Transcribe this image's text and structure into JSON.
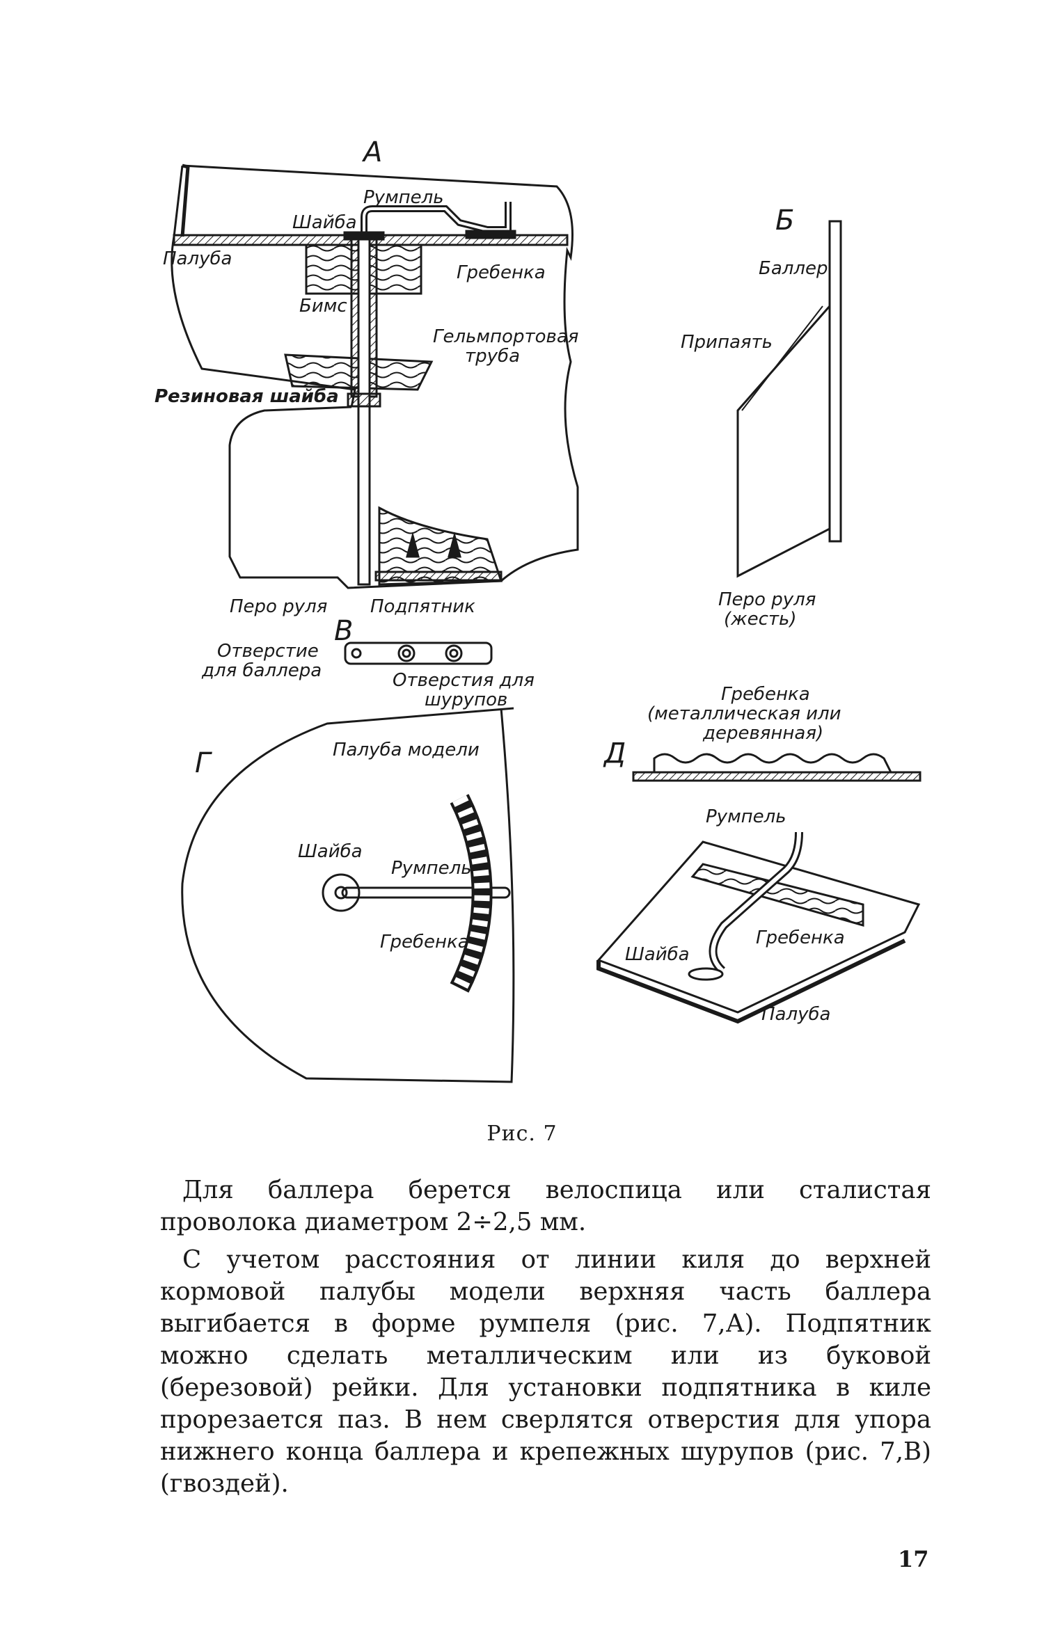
{
  "figure": {
    "panel_a": {
      "letter": "А",
      "labels": {
        "rumpel": "Румпель",
        "shaiba": "Шайба",
        "paluba": "Палуба",
        "grebenka": "Гребенка",
        "bims": "Бимс",
        "gelmport_1": "Гельмпортовая",
        "gelmport_2": "труба",
        "rubber_washer": "Резиновая шайба",
        "pero_rulya": "Перо руля",
        "podpyatnik": "Подпятник"
      }
    },
    "panel_b": {
      "letter": "Б",
      "labels": {
        "baller": "Баллер",
        "pripayat": "Припаять",
        "pero_1": "Перо руля",
        "pero_2": "(жесть)"
      }
    },
    "panel_v": {
      "letter": "В",
      "labels": {
        "hole_1": "Отверстие",
        "hole_2": "для баллера",
        "holes_1": "Отверстия для",
        "holes_2": "шурупов"
      }
    },
    "panel_g": {
      "letter": "Г",
      "labels": {
        "deck": "Палуба модели",
        "shaiba": "Шайба",
        "rumpel": "Румпель",
        "grebenka": "Гребенка"
      }
    },
    "panel_d": {
      "letter": "Д",
      "labels": {
        "grebenka_1": "Гребенка",
        "grebenka_2": "(металлическая или",
        "grebenka_3": "деревянная)",
        "rumpel": "Румпель",
        "grebenka": "Гребенка",
        "shaiba": "Шайба",
        "paluba": "Палуба"
      }
    }
  },
  "caption": "Рис. 7",
  "paragraphs": [
    "Для баллера берется велоспица или сталистая проволока диаметром 2÷2,5 мм.",
    "С учетом расстояния от линии киля до верхней кормовой палубы модели верхняя часть баллера выгибается в форме румпеля (рис. 7,А). Подпятник можно сделать металлическим или из буковой (березовой) рейки. Для установки подпятника в киле прорезается паз. В нем сверлятся отверстия для упора нижнего конца баллера и крепежных шурупов (рис. 7,В) (гвоздей)."
  ],
  "page_number": "17"
}
